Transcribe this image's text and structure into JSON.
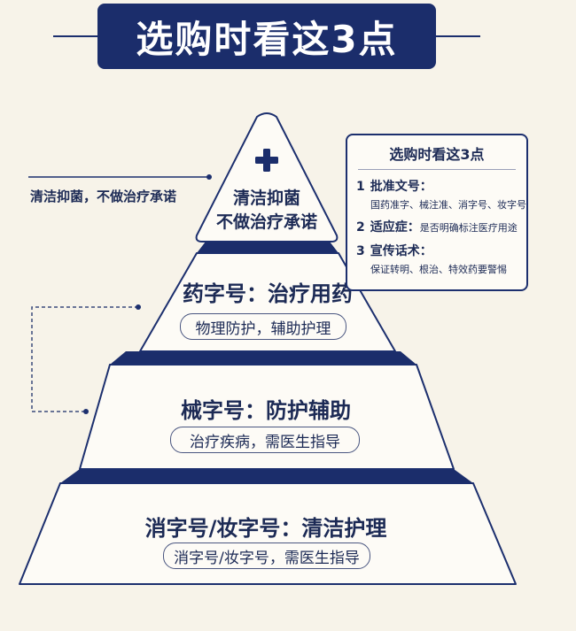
{
  "header": {
    "title": "选购时看这3点"
  },
  "pyramid": {
    "apex": {
      "icon": "plus-icon",
      "line1": "清洁抑菌",
      "line2": "不做治疗承诺"
    },
    "tiers": [
      {
        "title": "药字号：治疗用药",
        "pill": "物理防护，辅助护理"
      },
      {
        "title": "械字号：防护辅助",
        "pill": "治疗疾病，需医生指导"
      },
      {
        "title": "消字号/妆字号：清洁护理",
        "pill": "消字号/妆字号，需医生指导"
      }
    ]
  },
  "side_note": "清洁抑菌，不做治疗承诺",
  "info_card": {
    "title": "选购时看这3点",
    "items": [
      {
        "num": "1",
        "head": "批准文号：",
        "detail": "国药准字、械注准、消字号、妆字号"
      },
      {
        "num": "2",
        "head": "适应症：",
        "detail": "是否明确标注医疗用途"
      },
      {
        "num": "3",
        "head": "宣传话术：",
        "detail": "保证转明、根治、特效药要警惕"
      }
    ]
  },
  "colors": {
    "navy": "#1b2d6b",
    "background": "#f7f3e9",
    "tier_fill": "#fdfbf6"
  }
}
